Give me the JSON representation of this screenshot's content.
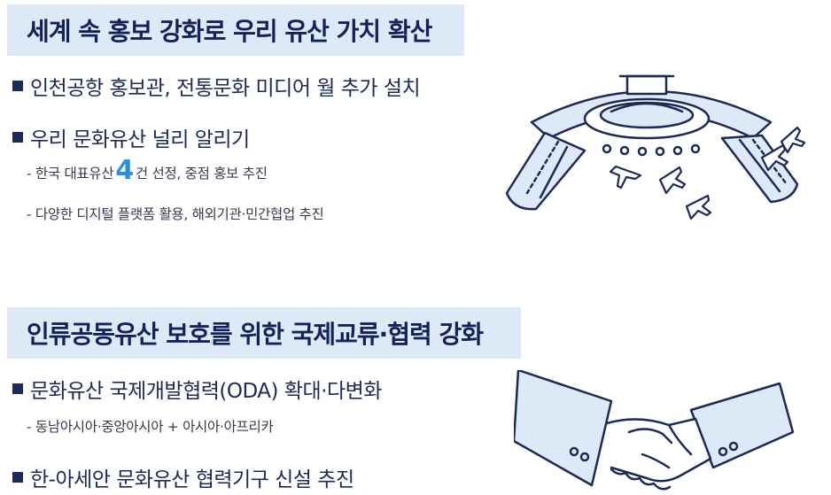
{
  "section1": {
    "title": "세계 속 홍보 강화로 우리 유산 가치 확산",
    "bullet1": "인천공항 홍보관, 전통문화 미디어 월 추가 설치",
    "bullet2": "우리 문화유산 널리 알리기",
    "sub1_prefix": "- 한국 대표유산 ",
    "sub1_number": "4",
    "sub1_suffix": "건 선정,  중점 홍보 추진",
    "sub2": "- 다양한 디지털 플랫폼 활용, 해외기관·민간협업 추진",
    "illustration": "airport-icon"
  },
  "section2": {
    "title": "인류공동유산 보호를 위한 국제교류·협력 강화",
    "bullet1": "문화유산 국제개발협력(ODA) 확대·다변화",
    "sub1": "- 동남아시아·중앙아시아 + 아시아·아프리카",
    "bullet2": "한-아세안 문화유산 협력기구 신설 추진",
    "illustration": "handshake-icon"
  },
  "colors": {
    "title_bg": "#dde9f7",
    "title_text": "#13235a",
    "accent": "#2c8fde",
    "line": "#1c2a57"
  }
}
